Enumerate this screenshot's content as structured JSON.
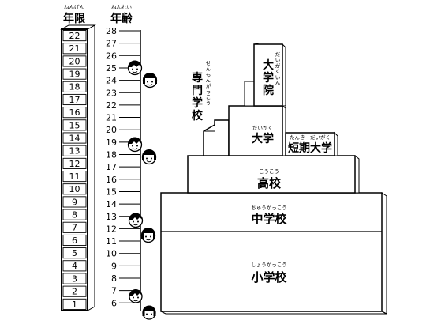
{
  "headers": {
    "years": {
      "ruby": "ねんげん",
      "label": "年限"
    },
    "age": {
      "ruby": "ねんれい",
      "label": "年齢"
    }
  },
  "years": [
    "22",
    "21",
    "20",
    "19",
    "18",
    "17",
    "16",
    "15",
    "14",
    "13",
    "12",
    "11",
    "10",
    "9",
    "8",
    "7",
    "6",
    "5",
    "4",
    "3",
    "2",
    "1"
  ],
  "ages": [
    "28",
    "27",
    "26",
    "25",
    "24",
    "23",
    "22",
    "21",
    "20",
    "19",
    "18",
    "17",
    "16",
    "15",
    "14",
    "13",
    "12",
    "11",
    "10",
    "9",
    "8",
    "7",
    "6"
  ],
  "schools": {
    "elementary": {
      "ruby": "しょうがっこう",
      "label": "小学校"
    },
    "junior_high": {
      "ruby": "ちゅうがっこう",
      "label": "中学校"
    },
    "high": {
      "ruby": "こうこう",
      "label": "高校"
    },
    "university": {
      "ruby": "だいがく",
      "label": "大学"
    },
    "junior_college": {
      "ruby": "たんき　だいがく",
      "label": "短期大学"
    },
    "vocational": {
      "ruby": "せんもんがっこう",
      "label": "専門学校"
    },
    "graduate": {
      "ruby": "だいがくいん",
      "label": "大学院"
    }
  },
  "colors": {
    "ink": "#000000",
    "paper": "#ffffff"
  }
}
